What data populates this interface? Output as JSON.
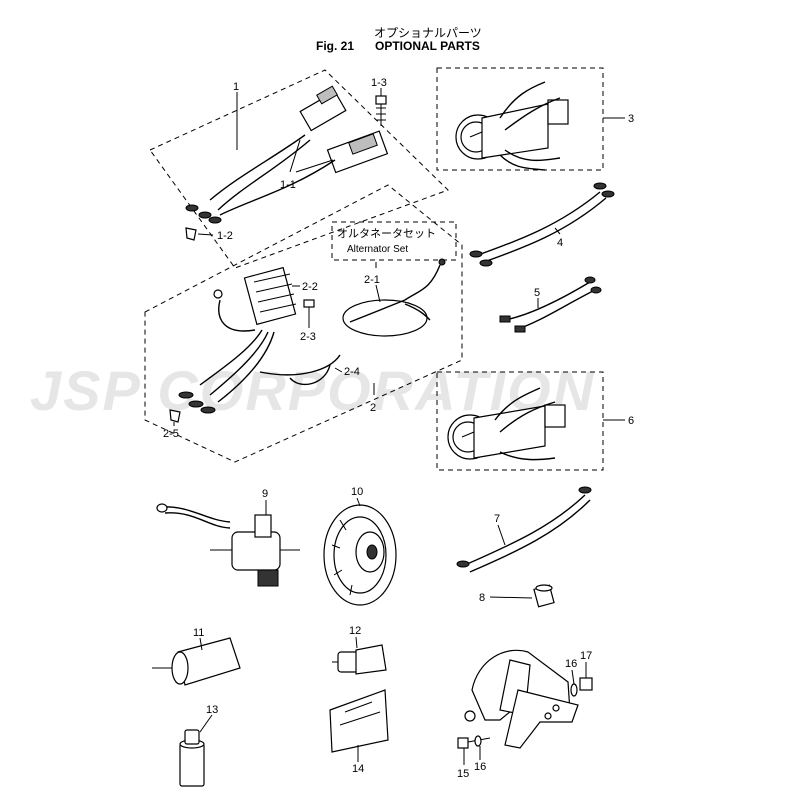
{
  "header": {
    "jp_title": "オプショナルパーツ",
    "fig_number": "Fig. 21",
    "en_title": "OPTIONAL PARTS"
  },
  "watermark": "JSP CORPORATION",
  "kit_box": {
    "jp": "オルタネータセット",
    "en": "Alternator Set"
  },
  "labels": {
    "p1": "1",
    "p1_1": "1-1",
    "p1_2": "1-2",
    "p1_3": "1-3",
    "p2": "2",
    "p2_1": "2-1",
    "p2_2": "2-2",
    "p2_3": "2-3",
    "p2_4": "2-4",
    "p2_5": "2-5",
    "p3": "3",
    "p4": "4",
    "p5": "5",
    "p6": "6",
    "p7": "7",
    "p8": "8",
    "p9": "9",
    "p10": "10",
    "p11": "11",
    "p12": "12",
    "p13": "13",
    "p14": "14",
    "p15": "15",
    "p16a": "16",
    "p16b": "16",
    "p17": "17"
  }
}
